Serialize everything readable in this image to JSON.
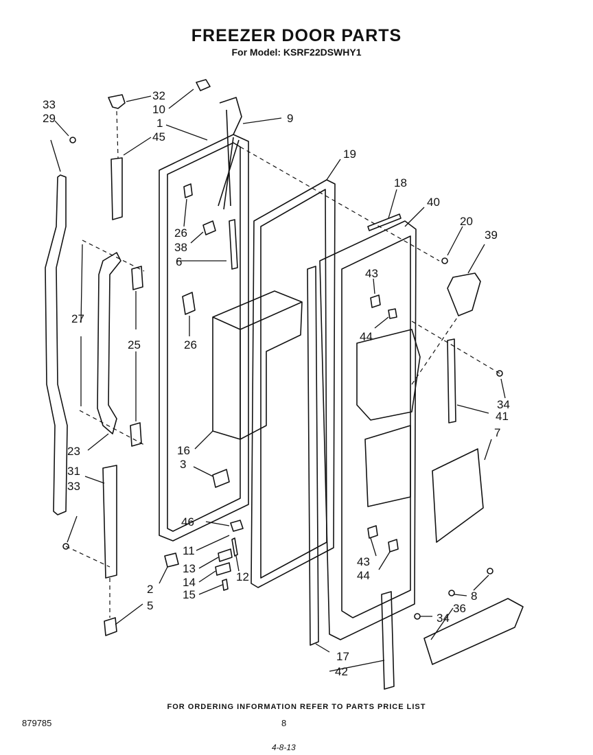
{
  "header": {
    "title": "FREEZER DOOR PARTS",
    "subtitle": "For Model: KSRF22DSWHY1"
  },
  "callouts": {
    "c1": "1",
    "c2": "2",
    "c3": "3",
    "c5": "5",
    "c6": "6",
    "c7": "7",
    "c8": "8",
    "c9": "9",
    "c10": "10",
    "c11": "11",
    "c12": "12",
    "c13": "13",
    "c14": "14",
    "c15": "15",
    "c16": "16",
    "c17": "17",
    "c18": "18",
    "c19": "19",
    "c20": "20",
    "c23": "23",
    "c25": "25",
    "c26a": "26",
    "c26b": "26",
    "c27": "27",
    "c29": "29",
    "c31": "31",
    "c32": "32",
    "c33a": "33",
    "c33b": "33",
    "c34a": "34",
    "c34b": "34",
    "c36": "36",
    "c38": "38",
    "c39": "39",
    "c40": "40",
    "c41": "41",
    "c42": "42",
    "c43a": "43",
    "c43b": "43",
    "c44a": "44",
    "c44b": "44",
    "c45": "45",
    "c46": "46"
  },
  "footer": {
    "note": "FOR ORDERING INFORMATION REFER TO PARTS PRICE LIST",
    "doc_number": "879785",
    "page": "8",
    "date": "4-8-13"
  }
}
